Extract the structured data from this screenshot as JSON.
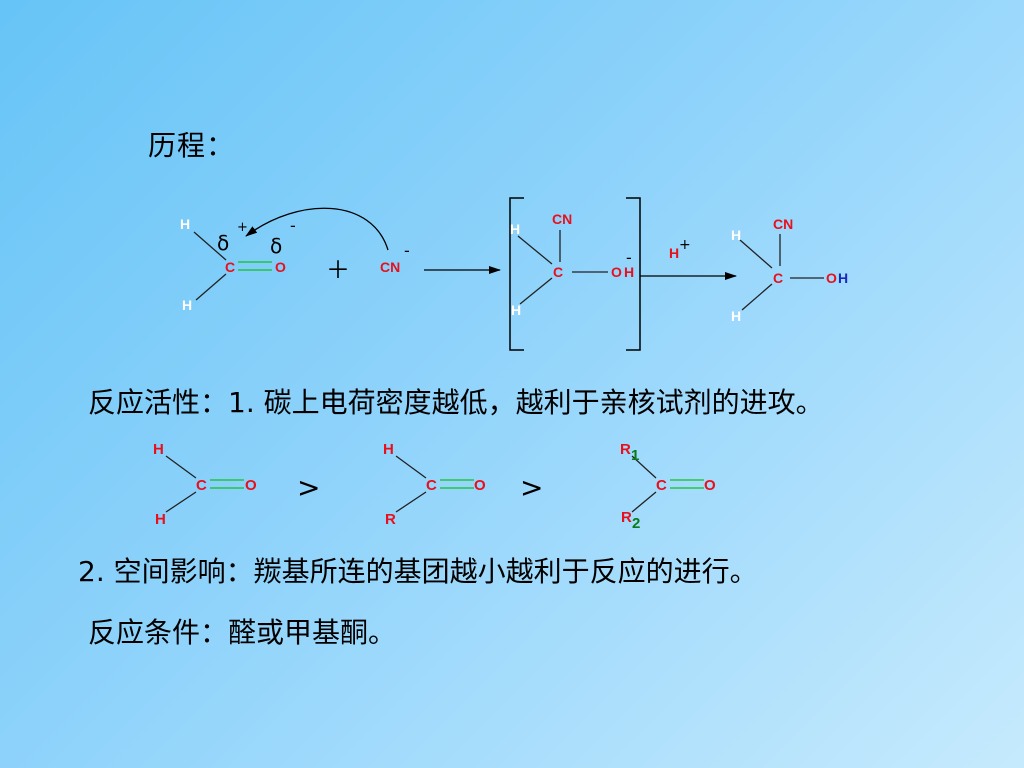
{
  "slide": {
    "heading": "历程：",
    "line_activity": "反应活性：1. 碳上电荷密度越低，越利于亲核试剂的进攻。",
    "line_steric": "2. 空间影响：羰基所连的基团越小越利于反应的进行。",
    "line_conditions": "反应条件：醛或甲基酮。"
  },
  "mechanism": {
    "reactant": {
      "h_top": "H",
      "h_bottom": "H",
      "carbon": "C",
      "oxygen": "O",
      "delta": "δ",
      "charge_plus": "+",
      "charge_minus": "-"
    },
    "plus_sign": "＋",
    "nucleophile": {
      "label": "CN",
      "charge": "-"
    },
    "intermediate": {
      "cn": "CN",
      "h_top": "H",
      "h_bottom": "H",
      "carbon": "C",
      "oxygen": "O",
      "charge": "-"
    },
    "proton": {
      "label": "H",
      "charge": "+"
    },
    "product": {
      "cn": "CN",
      "h_top": "H",
      "h_bottom": "H",
      "carbon": "C",
      "oxygen": "O",
      "hydroxyl_h": "H"
    }
  },
  "reactivity_order": {
    "formaldehyde": {
      "top": "H",
      "bottom": "H",
      "carbon": "C",
      "oxygen": "O"
    },
    "aldehyde": {
      "top": "H",
      "bottom": "R",
      "carbon": "C",
      "oxygen": "O"
    },
    "ketone": {
      "top": "R",
      "top_sub": "1",
      "bottom": "R",
      "bottom_sub": "2",
      "carbon": "C",
      "oxygen": "O"
    },
    "greater_than": ">"
  }
}
